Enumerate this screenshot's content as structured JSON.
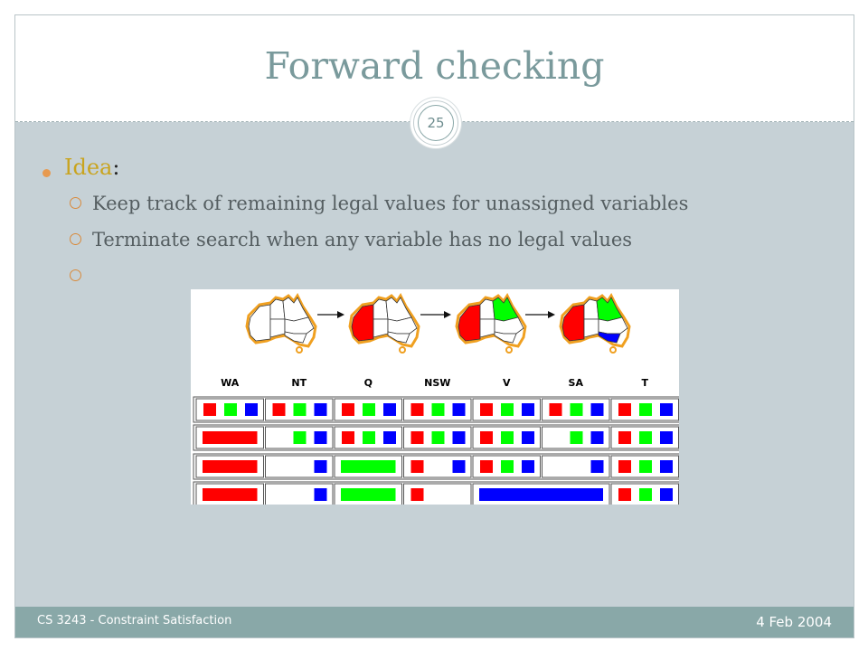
{
  "slide": {
    "title": "Forward checking",
    "page_number": "25",
    "idea_label": "Idea",
    "idea_colon": ":",
    "bullets": [
      "Keep track of remaining legal values for unassigned variables",
      "Terminate search when any variable has no legal values",
      ""
    ]
  },
  "footer": {
    "left": "CS 3243 - Constraint Satisfaction",
    "right": "4 Feb 2004"
  },
  "figure": {
    "columns": [
      "WA",
      "NT",
      "Q",
      "NSW",
      "V",
      "SA",
      "T"
    ],
    "colors": {
      "red": "#ff0000",
      "green": "#00ff00",
      "blue": "#0000ff",
      "outline": "#f0a020"
    },
    "rows": [
      [
        [
          "r",
          "g",
          "b"
        ],
        [
          "r",
          "g",
          "b"
        ],
        [
          "r",
          "g",
          "b"
        ],
        [
          "r",
          "g",
          "b"
        ],
        [
          "r",
          "g",
          "b"
        ],
        [
          "r",
          "g",
          "b"
        ],
        [
          "r",
          "g",
          "b"
        ]
      ],
      [
        [
          "R"
        ],
        [
          "g",
          "b"
        ],
        [
          "r",
          "g",
          "b"
        ],
        [
          "r",
          "g",
          "b"
        ],
        [
          "r",
          "g",
          "b"
        ],
        [
          "g",
          "b"
        ],
        [
          "r",
          "g",
          "b"
        ]
      ],
      [
        [
          "R"
        ],
        [
          "b"
        ],
        [
          "G"
        ],
        [
          "r",
          "b"
        ],
        [
          "r",
          "g",
          "b"
        ],
        [
          "b"
        ],
        [
          "r",
          "g",
          "b"
        ]
      ],
      [
        [
          "R"
        ],
        [
          "b"
        ],
        [
          "G"
        ],
        [
          "r"
        ],
        [
          "B"
        ],
        [],
        [
          "r",
          "g",
          "b"
        ]
      ]
    ]
  }
}
